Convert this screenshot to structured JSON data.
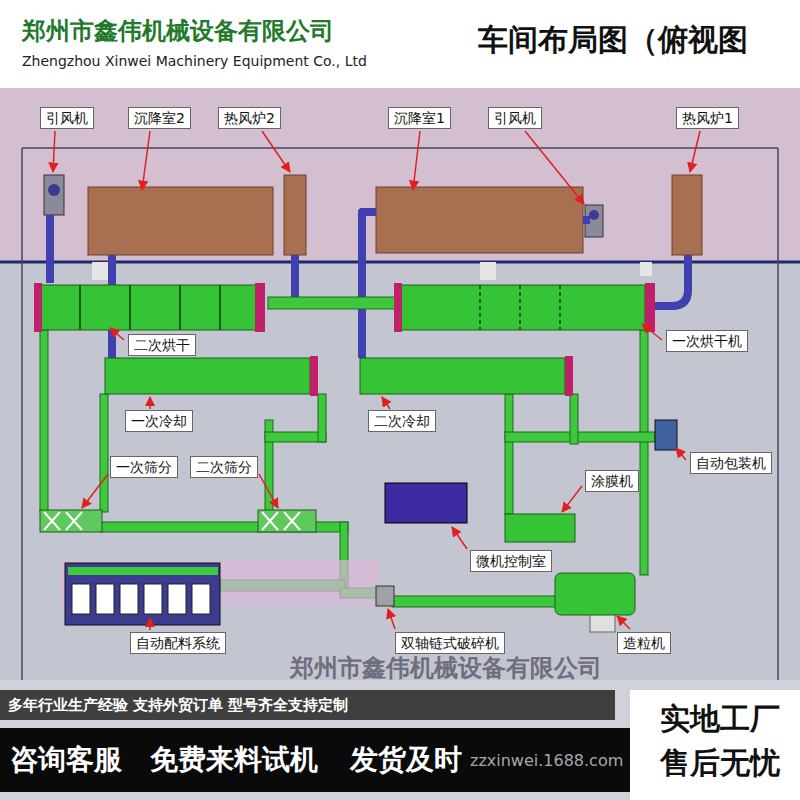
{
  "diagram": {
    "title": "车间布局图（俯视图",
    "labels": [
      "郑州市鑫伟机械设备有限公司",
      "Zhengzhou Xinwei Machinery Equipment Co., Ltd",
      "引风机",
      "沉降室2",
      "热风炉2",
      "沉降室1",
      "引风机",
      "热风炉1",
      "二次烘干",
      "一次烘干机",
      "一次冷却",
      "二次冷却",
      "自动包装机",
      "一次筛分",
      "二次筛分",
      "涂膜机",
      "微机控制室",
      "自动配料系统",
      "双轴链式破碎机",
      "造粒机",
      "郑州市鑫伟机械设备有限公司",
      "多年行业生产经验  支持外贸订单  型号齐全支持定制",
      "实地工厂",
      "售后无忧",
      "咨询客服",
      "免费来料试机",
      "发货及时",
      "zzxinwei.1688.com"
    ]
  }
}
